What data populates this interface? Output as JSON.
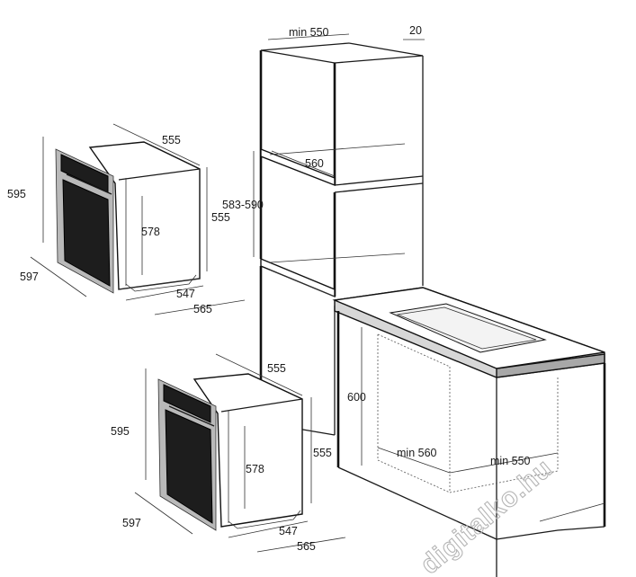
{
  "labels": {
    "tower_width": "min 550",
    "tower_gap": "20",
    "tower_niche_depth": "560",
    "tower_niche_height": "583-590",
    "oven1_top_depth": "555",
    "oven1_front_height": "595",
    "oven1_body_height": "578",
    "oven1_side_height": "555",
    "oven1_front_width": "597",
    "oven1_inner_width": "547",
    "oven1_outer_width": "565",
    "oven2_top_depth": "555",
    "oven2_front_height": "595",
    "oven2_body_height": "578",
    "oven2_side_height": "555",
    "oven2_front_width": "597",
    "oven2_inner_width": "547",
    "oven2_outer_width": "565",
    "counter_niche_height": "600",
    "counter_niche_depth": "min 560",
    "counter_niche_width": "min 550"
  },
  "watermark": "digitalko.hu"
}
